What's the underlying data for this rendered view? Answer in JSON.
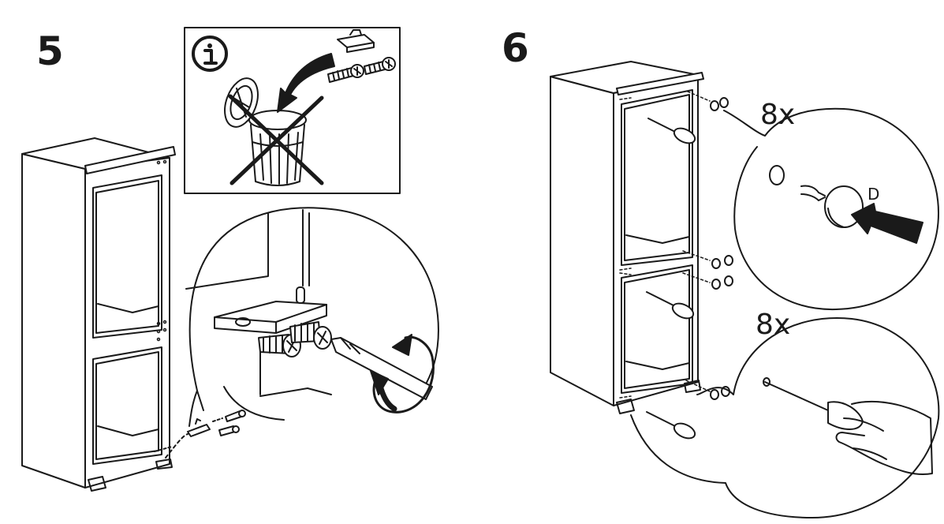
{
  "steps": [
    {
      "number": "5"
    },
    {
      "number": "6"
    }
  ],
  "step6": {
    "cover_qty": "8x",
    "part_letter": "D",
    "hole_qty": "8x"
  },
  "icons": [
    "info-icon",
    "trash-bin-icon",
    "hinge-bracket-icon",
    "screw-icon",
    "screwdriver-icon",
    "rotate-arrow-icon",
    "push-arrow-icon",
    "hand-icon",
    "cover-cap-icon",
    "refrigerator-cabinet-icon"
  ],
  "colors": {
    "line": "#1a1a1a",
    "background": "#ffffff"
  }
}
